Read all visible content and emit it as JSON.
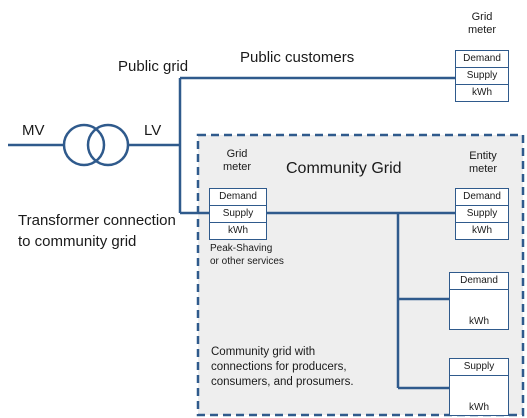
{
  "labels": {
    "mv": "MV",
    "lv": "LV",
    "public_grid": "Public grid",
    "public_customers": "Public customers",
    "transformer_line1": "Transformer connection",
    "transformer_line2": "to community grid",
    "community_grid": "Community Grid",
    "peak_line1": "Peak-Shaving",
    "peak_line2": "or other services",
    "community_note_line1": "Community grid with",
    "community_note_line2": "connections for producers,",
    "community_note_line3": "consumers, and prosumers."
  },
  "public_meter": {
    "title_line1": "Grid",
    "title_line2": "meter",
    "rows": [
      "Demand",
      "Supply",
      "kWh"
    ]
  },
  "community_meter": {
    "title_line1": "Grid",
    "title_line2": "meter",
    "rows": [
      "Demand",
      "Supply",
      "kWh"
    ]
  },
  "entity_meter": {
    "title_line1": "Entity",
    "title_line2": "meter",
    "rows": [
      "Demand",
      "Supply",
      "kWh"
    ]
  },
  "consumer_meter": {
    "rows": [
      "Demand",
      "kWh"
    ]
  },
  "producer_meter": {
    "rows": [
      "Supply",
      "kWh"
    ]
  },
  "colors": {
    "wire": "#2f5a8c",
    "community_fill": "#eeeeee",
    "community_border": "#2f5a8c"
  }
}
